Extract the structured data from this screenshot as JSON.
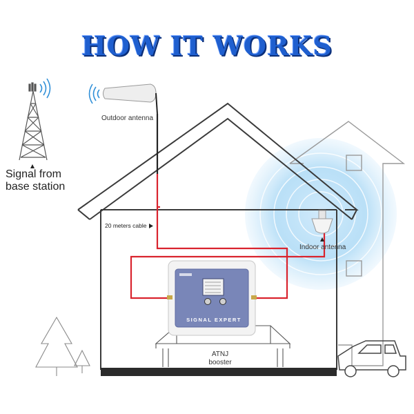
{
  "title": "HOW IT WORKS",
  "labels": {
    "signal_line1": "Signal from",
    "signal_line2": "base station",
    "outdoor_antenna": "Outdoor antenna",
    "cable": "20 meters cable",
    "indoor_antenna": "Indoor antenna",
    "booster_line1": "ATNJ",
    "booster_line2": "booster",
    "brand": "SIGNAL EXPERT"
  },
  "icons": {
    "tower": "cell-tower-icon",
    "outdoor": "yagi-antenna-icon",
    "indoor": "ceiling-antenna-icon",
    "car": "car-icon",
    "trees": "tree-icon"
  },
  "colors": {
    "title": "#1f5fcf",
    "cable": "#d9232d",
    "house": "#333333",
    "signal_glow": "#a8d8f5",
    "booster": "#7986b8"
  }
}
